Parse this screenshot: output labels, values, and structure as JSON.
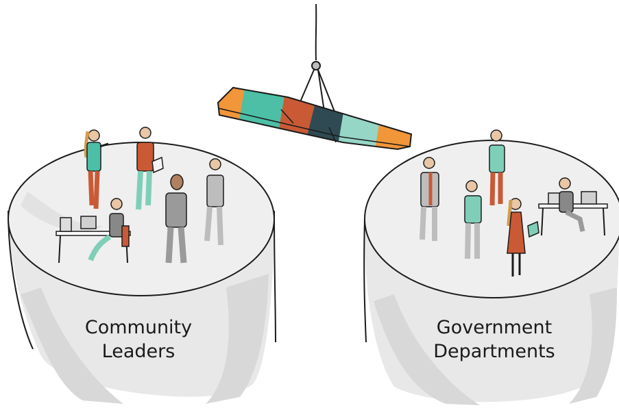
{
  "left_pillar": {
    "label_line1": "Community",
    "label_line2": "Leaders"
  },
  "right_pillar": {
    "label_line1": "Government",
    "label_line2": "Departments"
  },
  "colors": {
    "outline": "#1a1a1a",
    "pillar_fill": "#e9e9e9",
    "pillar_shade": "#d6d6d6",
    "orange": "#f2963a",
    "teal": "#4cbfa6",
    "rust": "#c95a35",
    "dark_teal": "#2f4a52",
    "mint": "#96d6c6",
    "grey": "#9a9a9a"
  }
}
